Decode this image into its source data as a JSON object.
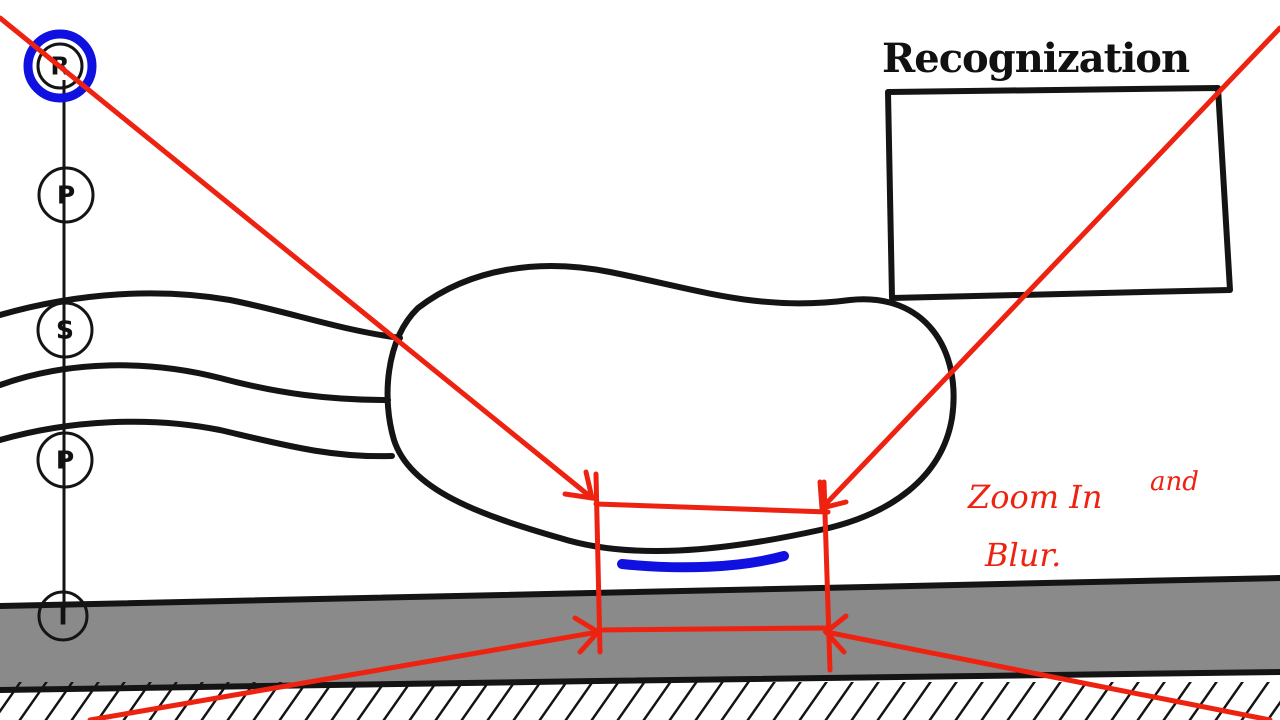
{
  "nodes": [
    {
      "label": "R"
    },
    {
      "label": "P"
    },
    {
      "label": "S"
    },
    {
      "label": "P"
    },
    {
      "label": "I"
    }
  ],
  "recognition_box": {
    "title": "Recognization"
  },
  "annotation": {
    "line1": "Zoom In",
    "line1b": "and",
    "line2": "Blur."
  },
  "colors": {
    "ink": "#141414",
    "highlight": "#1010e0",
    "projection": "#ee2211",
    "ground": "#8a8a8a"
  }
}
